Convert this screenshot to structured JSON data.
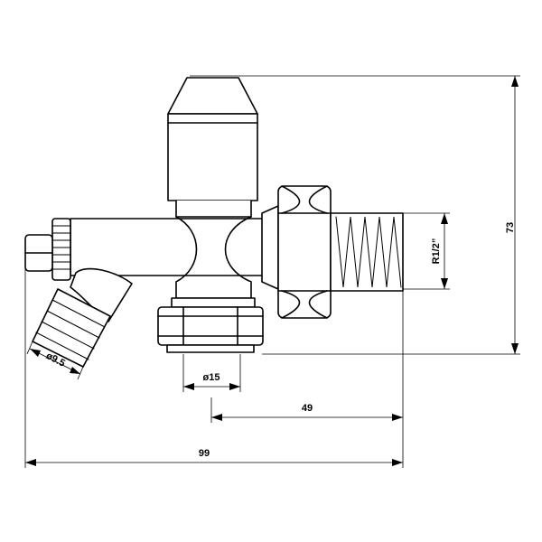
{
  "dimensions": {
    "total_width": "99",
    "height": "73",
    "offset": "49",
    "outlet_diameter": "ø15",
    "hose_diameter": "ø9.5",
    "thread": "R1/2”"
  }
}
